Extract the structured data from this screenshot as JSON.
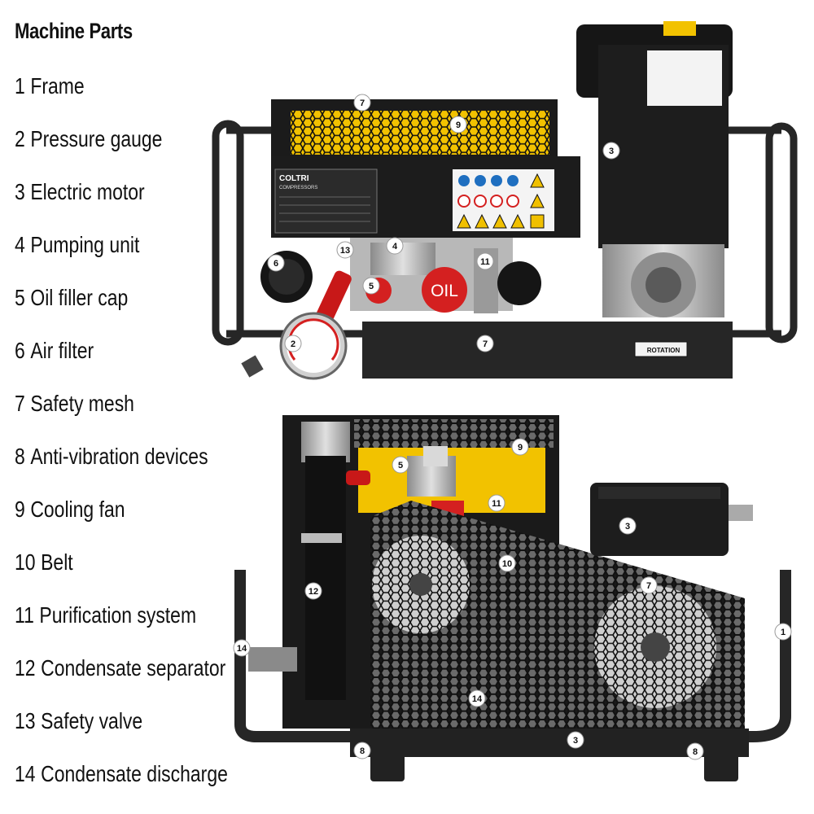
{
  "legend": {
    "title": "Machine Parts",
    "items": [
      {
        "number": "1",
        "label": "Frame"
      },
      {
        "number": "2",
        "label": "Pressure gauge"
      },
      {
        "number": "3",
        "label": "Electric motor"
      },
      {
        "number": "4",
        "label": "Pumping unit"
      },
      {
        "number": "5",
        "label": "Oil filler cap"
      },
      {
        "number": "6",
        "label": "Air filter"
      },
      {
        "number": "7",
        "label": "Safety mesh"
      },
      {
        "number": "8",
        "label": "Anti-vibration devices"
      },
      {
        "number": "9",
        "label": "Cooling fan"
      },
      {
        "number": "10",
        "label": "Belt"
      },
      {
        "number": "11",
        "label": "Purification system"
      },
      {
        "number": "12",
        "label": "Condensate separator"
      },
      {
        "number": "13",
        "label": "Safety valve"
      },
      {
        "number": "14",
        "label": "Condensate discharge"
      }
    ]
  },
  "labels": {
    "brand": "COLTRI",
    "brand_sub": "COMPRESSORS",
    "oil": "OIL",
    "rotation": "ROTATION"
  },
  "callouts_top": [
    "7",
    "9",
    "3",
    "13",
    "4",
    "6",
    "5",
    "11",
    "2",
    "7"
  ],
  "callouts_bottom": [
    "9",
    "5",
    "11",
    "3",
    "10",
    "7",
    "12",
    "1",
    "14",
    "14",
    "3",
    "8",
    "8"
  ],
  "colors": {
    "frame": "#2a2a2a",
    "machine_dark": "#1e1e1e",
    "fan_yellow": "#f2c200",
    "oil_red": "#d42020",
    "valve_red": "#c81818",
    "metal": "#c9c9c9"
  }
}
